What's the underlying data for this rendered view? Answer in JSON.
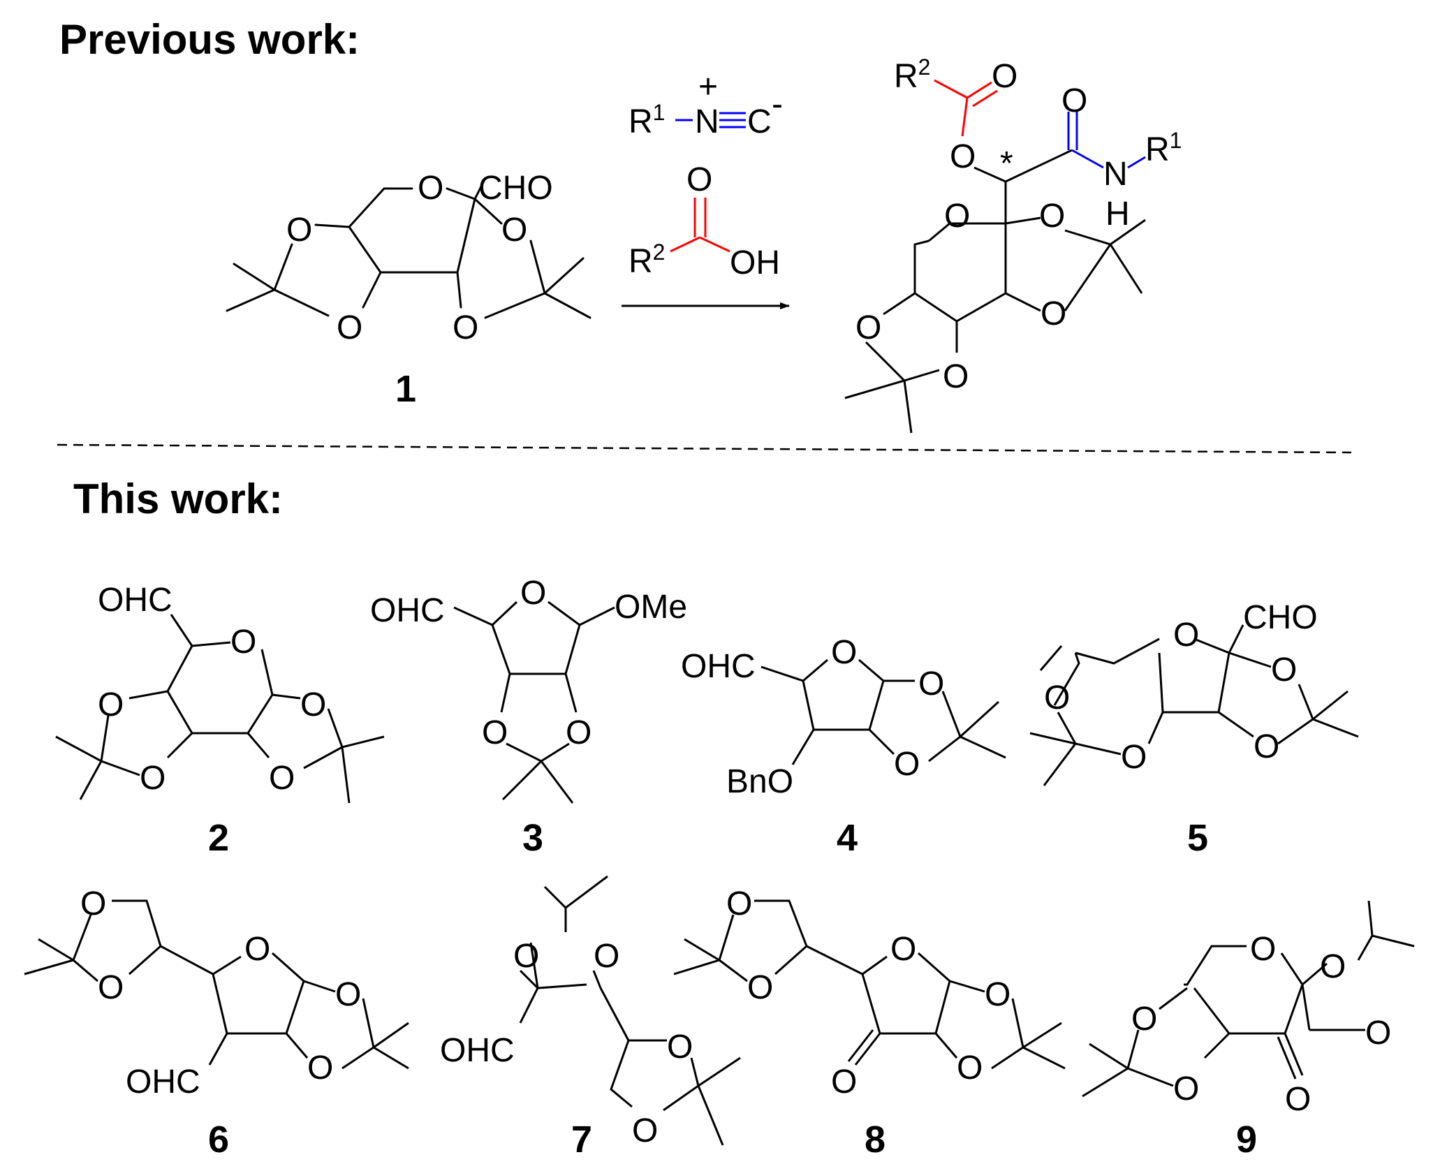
{
  "headings": {
    "previous": "Previous work:",
    "current": "This work:"
  },
  "colors": {
    "isocyanide": "#0000ff",
    "acid": "#ff0000",
    "bond": "#000000"
  },
  "reagents": {
    "isocyanide": {
      "r": "R",
      "r_sup": "1",
      "n": "N",
      "n_charge": "+",
      "c": "C",
      "c_charge": "-"
    },
    "acid": {
      "o": "O",
      "r": "R",
      "r_sup": "2",
      "oh": "OH"
    }
  },
  "product": {
    "r2": "R",
    "r2_sup": "2",
    "carbonyl_o": "O",
    "ester_o": "O",
    "stereo_mark": "*",
    "amide_o": "O",
    "n": "N",
    "h": "H",
    "r1": "R",
    "r1_sup": "1",
    "ring_o": "O",
    "o_a": "O",
    "o_b": "O",
    "o_c": "O",
    "o_d": "O"
  },
  "compounds": [
    {
      "id": "1",
      "atoms": [
        "O",
        "CHO",
        "O",
        "O",
        "O",
        "O"
      ]
    },
    {
      "id": "2",
      "atoms": [
        "OHC",
        "O",
        "O",
        "O",
        "O",
        "O"
      ]
    },
    {
      "id": "3",
      "atoms": [
        "OHC",
        "O",
        "OMe",
        "O",
        "O"
      ]
    },
    {
      "id": "4",
      "atoms": [
        "OHC",
        "O",
        "O",
        "O",
        "BnO"
      ]
    },
    {
      "id": "5",
      "atoms": [
        "O",
        "CHO",
        "O",
        "O",
        "O",
        "O"
      ]
    },
    {
      "id": "6",
      "atoms": [
        "O",
        "O",
        "O",
        "O",
        "O",
        "OHC"
      ]
    },
    {
      "id": "7",
      "atoms": [
        "O",
        "O",
        "OHC",
        "O",
        "O"
      ]
    },
    {
      "id": "8",
      "atoms": [
        "O",
        "O",
        "O",
        "O",
        "O",
        "O"
      ]
    },
    {
      "id": "9",
      "atoms": [
        "O",
        "O",
        "O",
        "O",
        "O",
        "O"
      ]
    }
  ]
}
